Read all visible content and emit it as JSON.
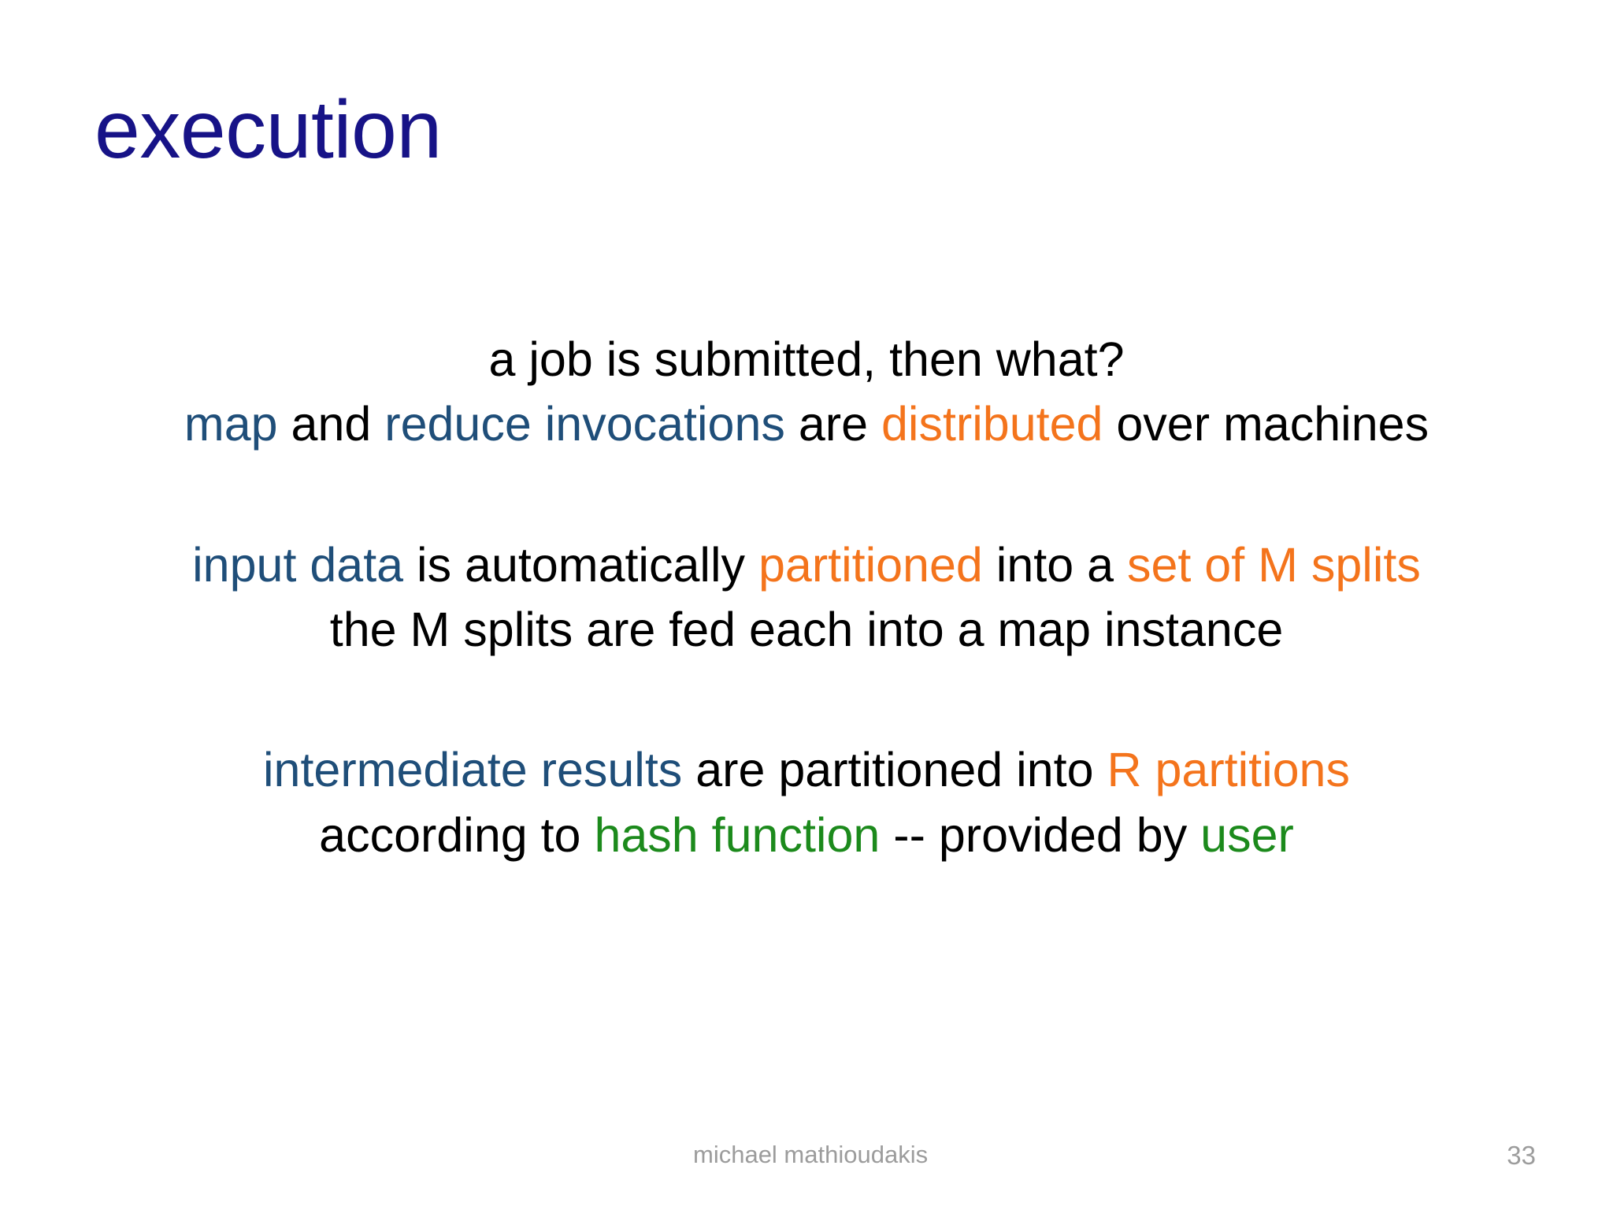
{
  "slide": {
    "title": "execution",
    "title_color": "#171387",
    "background_color": "#ffffff",
    "palette": {
      "blue": "#1F4E79",
      "orange": "#F4741C",
      "green": "#1C8A1C",
      "black": "#000000",
      "footer_gray": "#9c9c9c"
    },
    "lines": [
      {
        "id": "line-1",
        "fragments": [
          {
            "text": "a job is submitted, then what?",
            "color": "black"
          }
        ]
      },
      {
        "id": "line-2",
        "fragments": [
          {
            "text": "map",
            "color": "blue"
          },
          {
            "text": " and ",
            "color": "black"
          },
          {
            "text": "reduce invocations",
            "color": "blue"
          },
          {
            "text": " are ",
            "color": "black"
          },
          {
            "text": "distributed",
            "color": "orange"
          },
          {
            "text": " over machines",
            "color": "black"
          }
        ]
      },
      {
        "id": "line-3",
        "fragments": [
          {
            "text": "input data",
            "color": "blue"
          },
          {
            "text": " is automatically ",
            "color": "black"
          },
          {
            "text": "partitioned",
            "color": "orange"
          },
          {
            "text": " into a ",
            "color": "black"
          },
          {
            "text": "set of M splits",
            "color": "orange"
          }
        ]
      },
      {
        "id": "line-4",
        "fragments": [
          {
            "text": "the M splits are fed each into a map instance",
            "color": "black"
          }
        ]
      },
      {
        "id": "line-5",
        "fragments": [
          {
            "text": "intermediate results",
            "color": "blue"
          },
          {
            "text": " are partitioned into ",
            "color": "black"
          },
          {
            "text": "R partitions",
            "color": "orange"
          }
        ]
      },
      {
        "id": "line-6",
        "fragments": [
          {
            "text": "according to ",
            "color": "black"
          },
          {
            "text": "hash function",
            "color": "green"
          },
          {
            "text": " -- provided by ",
            "color": "black"
          },
          {
            "text": "user",
            "color": "green"
          }
        ]
      }
    ],
    "line_fragment_overrides": {
      "line-2-invocations": "invocations"
    },
    "footer": {
      "author": "michael mathioudakis",
      "page_number": "33"
    }
  }
}
